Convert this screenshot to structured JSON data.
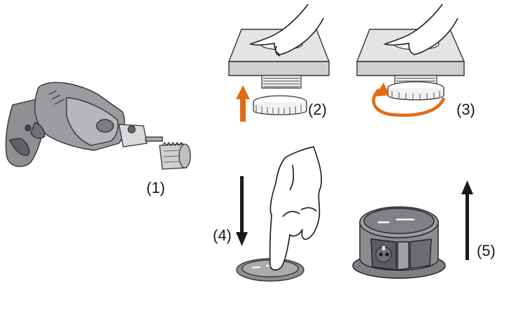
{
  "steps": [
    {
      "label": "(1)"
    },
    {
      "label": "(2)"
    },
    {
      "label": "(3)"
    },
    {
      "label": "(4)"
    },
    {
      "label": "(5)"
    }
  ],
  "colors": {
    "accent_arrow": "#e36b12",
    "dark_arrow": "#1a1a1a",
    "tool_grey": "#8a8c90",
    "panel_grey": "#d9d9d9",
    "outline": "#222222"
  },
  "icons": [
    "drill-icon",
    "hole-saw-icon",
    "hand-icon",
    "countertop-icon",
    "threaded-ring-icon",
    "nut-ring-icon",
    "finger-press-icon",
    "socket-tower-icon"
  ]
}
